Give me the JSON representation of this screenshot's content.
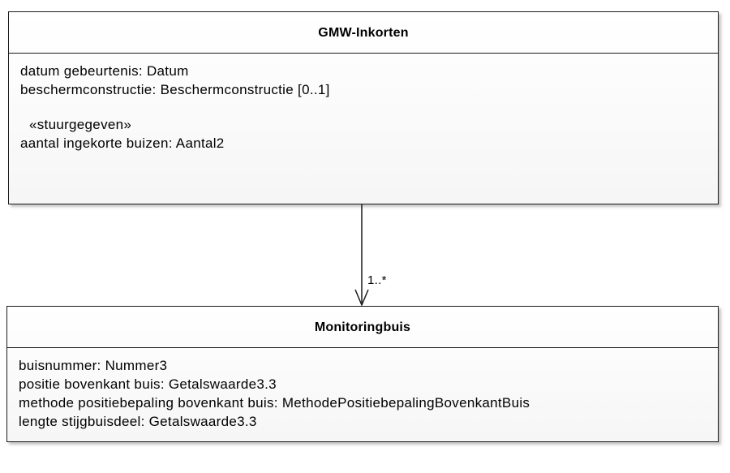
{
  "diagram": {
    "classes": [
      {
        "title": "GMW-Inkorten",
        "attributes": [
          "datum gebeurtenis: Datum",
          "beschermconstructie: Beschermconstructie [0..1]",
          "«stuurgegeven»",
          "aantal ingekorte buizen: Aantal2"
        ]
      },
      {
        "title": "Monitoringbuis",
        "attributes": [
          "buisnummer: Nummer3",
          "positie bovenkant buis: Getalswaarde3.3",
          "methode positiebepaling bovenkant buis: MethodePositiebepalingBovenkantBuis",
          "lengte stijgbuisdeel: Getalswaarde3.3"
        ]
      }
    ],
    "association": {
      "multiplicity": "1..*"
    },
    "colors": {
      "background": "#ffffff",
      "box_fill": "#ffffff",
      "border": "#000000",
      "text": "#000000"
    }
  }
}
